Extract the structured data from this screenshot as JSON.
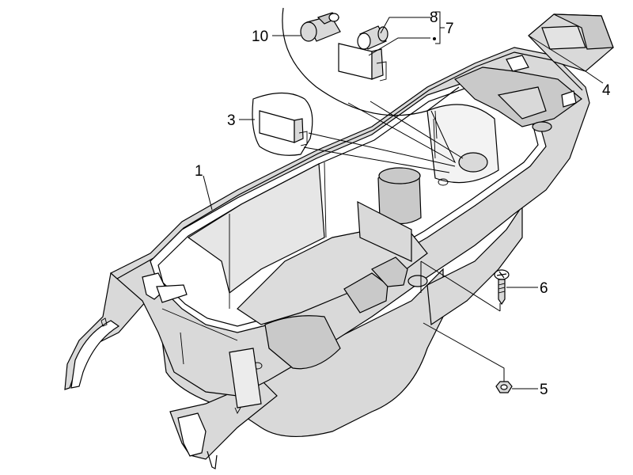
{
  "callouts": {
    "part_1": "1",
    "part_3": "3",
    "part_4": "4",
    "part_5": "5",
    "part_6": "6",
    "part_7": "7",
    "part_8": "8",
    "part_10": "10"
  }
}
